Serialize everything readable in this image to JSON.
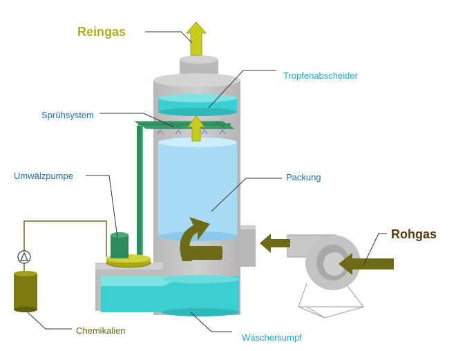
{
  "labels": {
    "reingas": "Reingas",
    "tropfenabscheider": "Tropfenabscheider",
    "spruehsystem": "Sprühsystem",
    "umwaelzpumpe": "Umwälzpumpe",
    "packung": "Packung",
    "rohgas": "Rohgas",
    "chemikalien": "Chemikalien",
    "waeschersumpf": "Wäschersumpf"
  },
  "colors": {
    "tower": "#c4c4c4",
    "water": "#3ccfd2",
    "packing": "#a9dbf7",
    "pipe": "#2e8a5a",
    "gas_clean": "#c8cc1a",
    "gas_raw": "#6b6b18",
    "tank": "#7b7b10",
    "label_cyan": "#1aa6c8"
  },
  "icons": [
    "pump-symbol-icon",
    "fan-blower-icon",
    "arrow-up-icon",
    "arrow-left-icon",
    "curved-arrow-icon"
  ]
}
